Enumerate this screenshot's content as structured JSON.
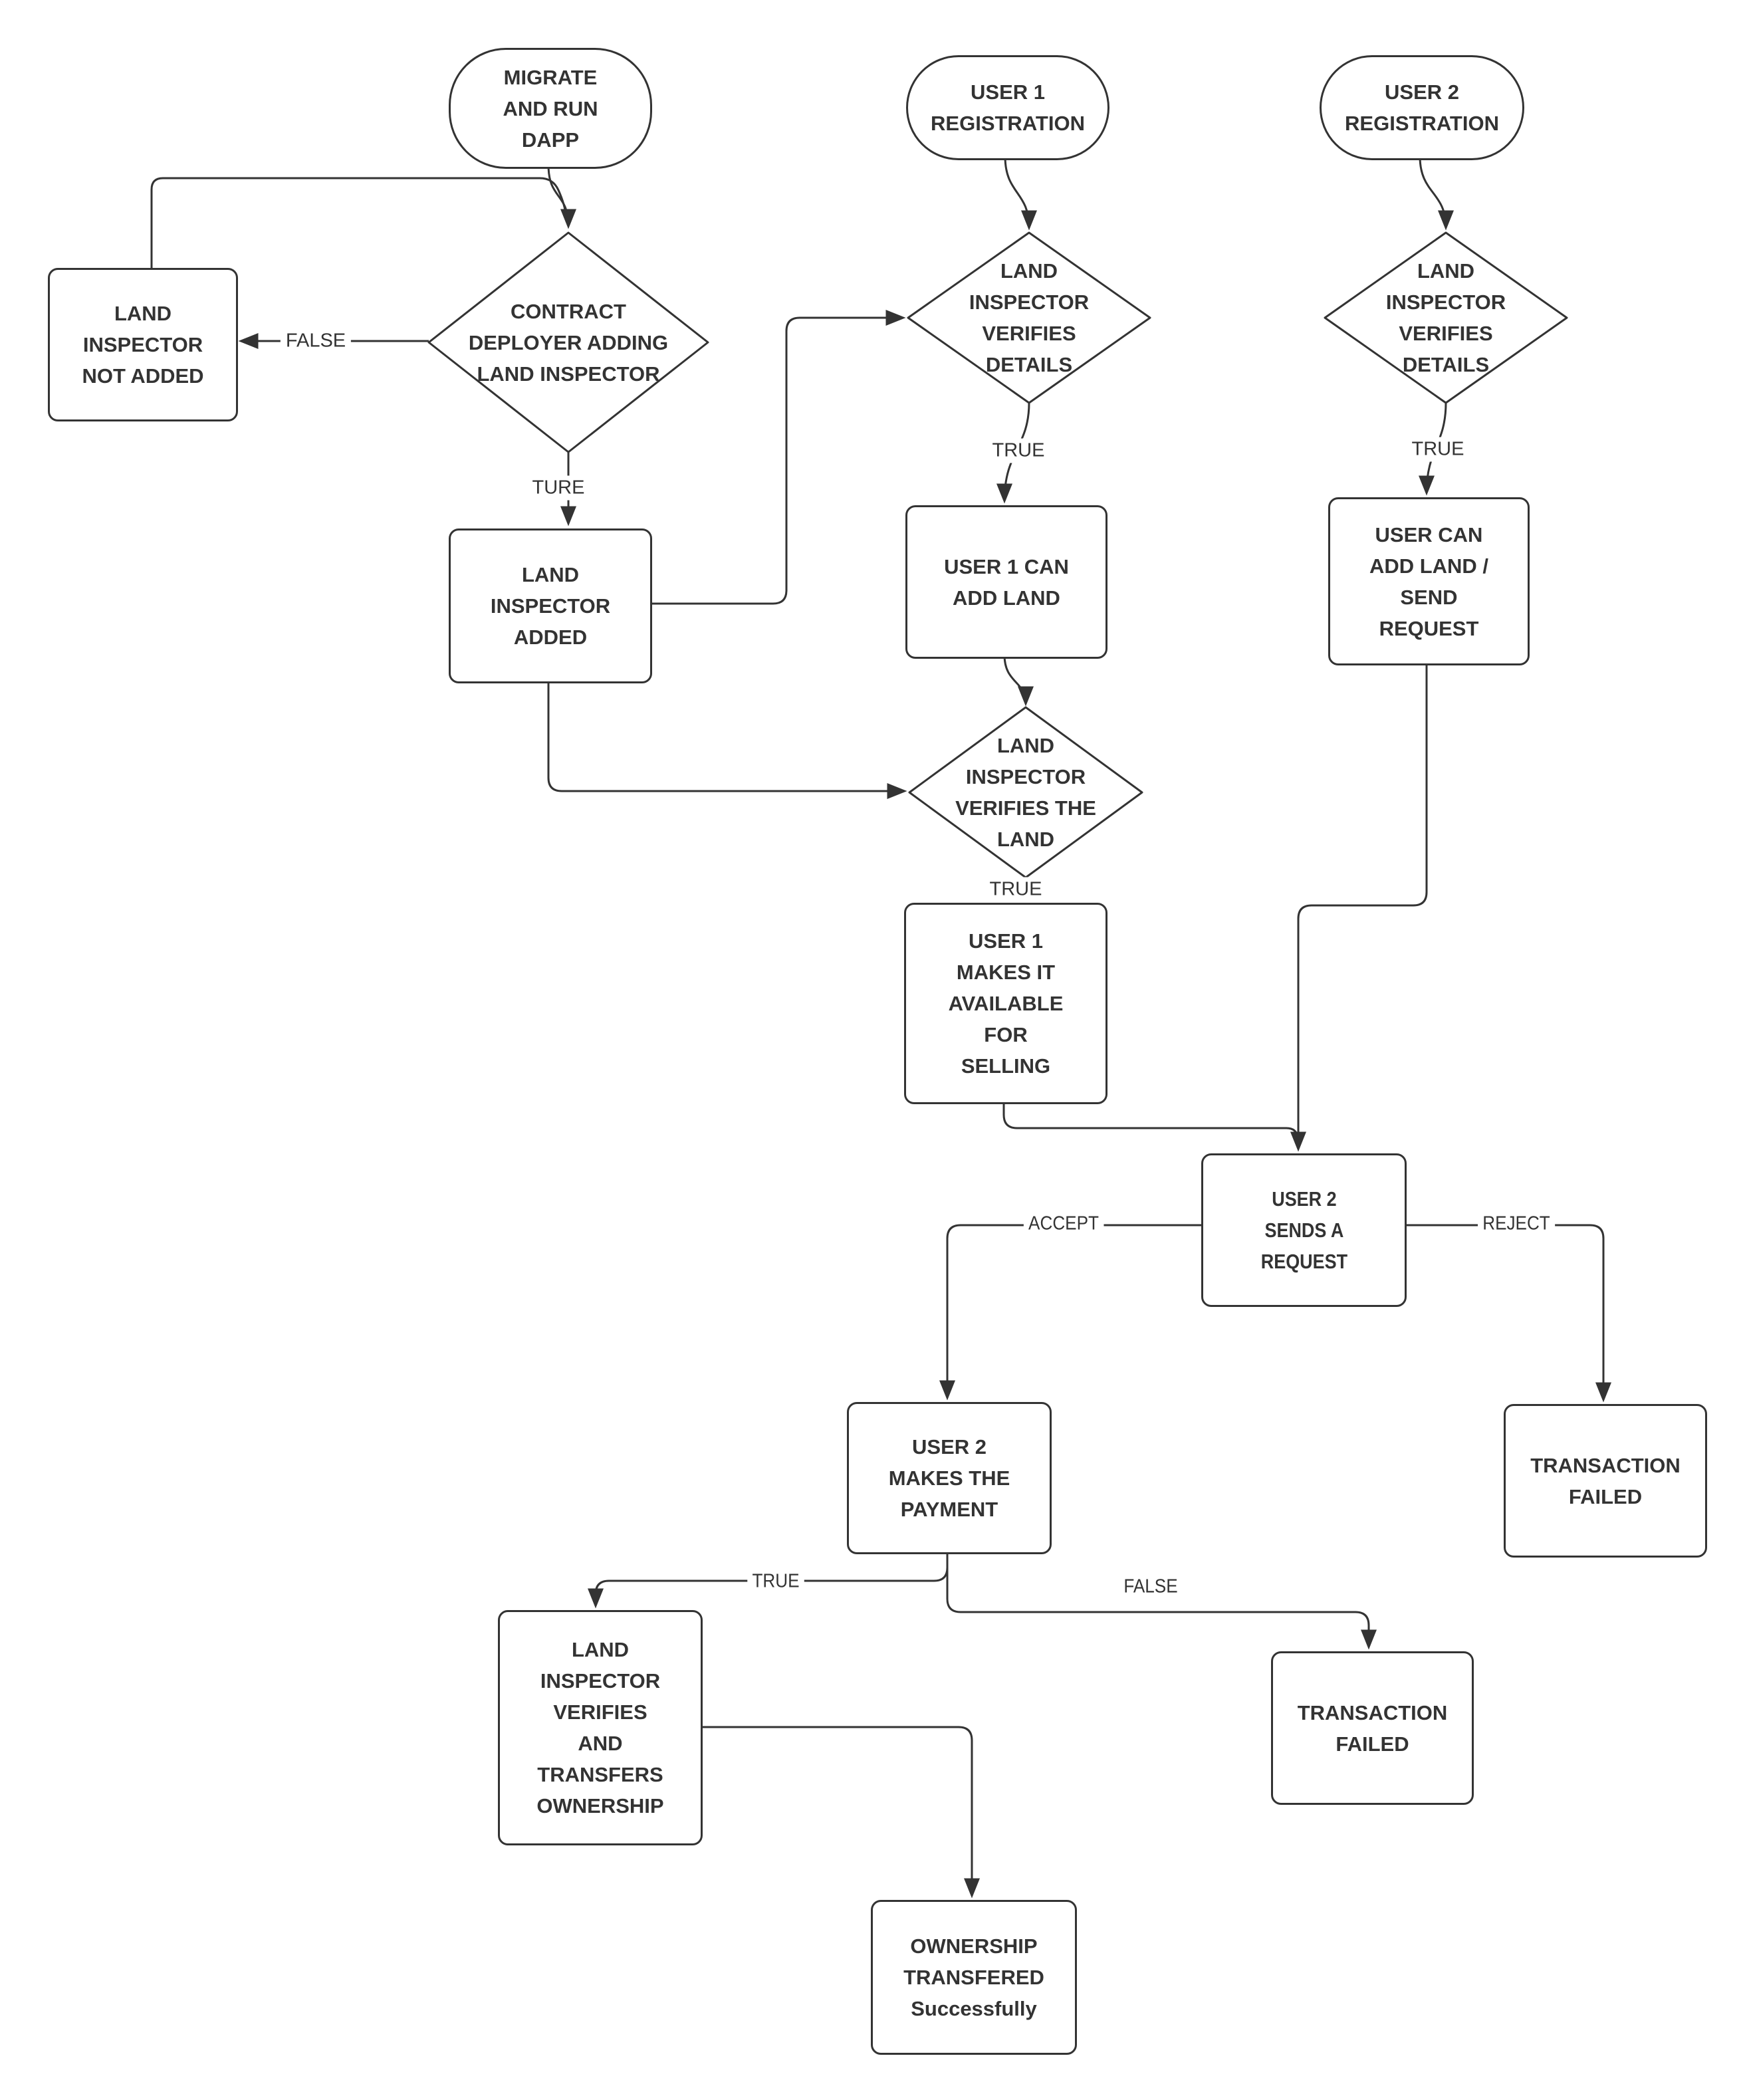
{
  "diagram": {
    "colors": {
      "stroke": "#333333",
      "node_fill": "#ffffff",
      "text": "#333333",
      "background": "#ffffff"
    },
    "nodes": {
      "migrate": {
        "label": "MIGRATE\nAND RUN\nDAPP",
        "shape": "stadium"
      },
      "user1_reg": {
        "label": "USER 1\nREGISTRATION",
        "shape": "stadium"
      },
      "user2_reg": {
        "label": "USER 2\nREGISTRATION",
        "shape": "stadium"
      },
      "contract_deployer": {
        "label": "CONTRACT\nDEPLOYER ADDING\nLAND INSPECTOR",
        "shape": "diamond"
      },
      "li_not_added": {
        "label": "LAND\nINSPECTOR\nNOT ADDED",
        "shape": "rect"
      },
      "li_added": {
        "label": "LAND\nINSPECTOR\nADDED",
        "shape": "rect"
      },
      "li_verifies_details_1": {
        "label": "LAND\nINSPECTOR\nVERIFIES\nDETAILS",
        "shape": "diamond"
      },
      "li_verifies_details_2": {
        "label": "LAND\nINSPECTOR\nVERIFIES\nDETAILS",
        "shape": "diamond"
      },
      "user1_can_add": {
        "label": "USER 1 CAN\nADD LAND",
        "shape": "rect"
      },
      "user_can_add_send": {
        "label": "USER CAN\nADD LAND /\nSEND\nREQUEST",
        "shape": "rect"
      },
      "li_verifies_land": {
        "label": "LAND\nINSPECTOR\nVERIFIES THE\nLAND",
        "shape": "diamond"
      },
      "user1_available": {
        "label": "USER 1\nMAKES IT\nAVAILABLE\nFOR\nSELLING",
        "shape": "rect"
      },
      "user2_sends": {
        "label": "USER 2\nSENDS A\nREQUEST",
        "shape": "rect"
      },
      "user2_payment": {
        "label": "USER 2\nMAKES THE\nPAYMENT",
        "shape": "rect"
      },
      "txn_failed_right": {
        "label": "TRANSACTION\nFAILED",
        "shape": "rect"
      },
      "li_transfers": {
        "label": "LAND\nINSPECTOR\nVERIFIES\nAND\nTRANSFERS\nOWNERSHIP",
        "shape": "rect"
      },
      "txn_failed_bottom": {
        "label": "TRANSACTION\nFAILED",
        "shape": "rect"
      },
      "ownership": {
        "label": "OWNERSHIP\nTRANSFERED\nSuccessfully",
        "shape": "rect"
      }
    },
    "edge_labels": {
      "false_deployer": "FALSE",
      "ture_deployer": "TURE",
      "true_details_1": "TRUE",
      "true_details_2": "TRUE",
      "true_land": "TRUE",
      "accept": "ACCEPT",
      "reject": "REJECT",
      "true_payment": "TRUE",
      "false_payment": "FALSE"
    }
  }
}
